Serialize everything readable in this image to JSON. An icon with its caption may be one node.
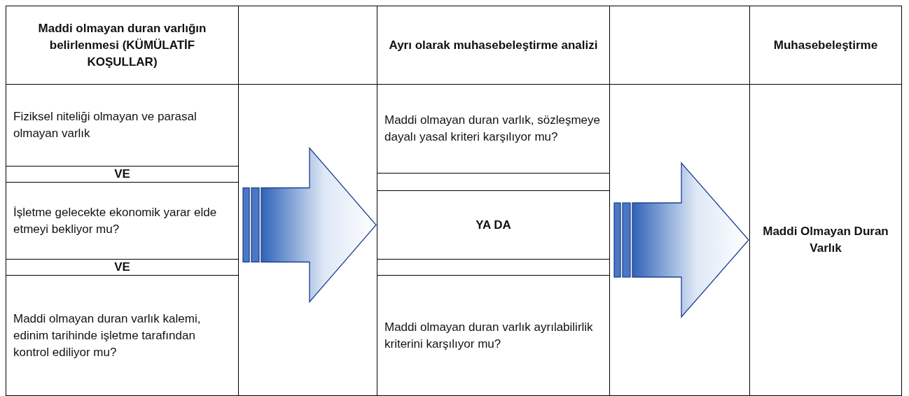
{
  "diagram": {
    "nodes": [
      {
        "text": [
          "Maddi olmayan duran varlığın belirlenmesi (KÜMÜLATİF KOŞULLAR)"
        ]
      },
      {
        "text": [
          "Ayrı olarak muhasebeleştirme analizi"
        ]
      },
      {
        "text": [
          "Muhasebeleştirme"
        ]
      },
      {
        "text": [
          "Fiziksel niteliği olmayan ve parasal olmayan varlık"
        ]
      },
      {
        "text": [
          "VE"
        ]
      },
      {
        "text": [
          "İşletme gelecekte ekonomik yarar elde etmeyi bekliyor mu?"
        ]
      },
      {
        "text": [
          "VE"
        ]
      },
      {
        "text": [
          "Maddi olmayan duran varlık kalemi, edinim tarihinde işletme tarafından kontrol ediliyor mu?"
        ]
      },
      {
        "text": [
          "Maddi olmayan duran varlık, sözleşmeye dayalı yasal kriteri karşılıyor mu?"
        ]
      },
      {
        "text": [
          "YA DA"
        ]
      },
      {
        "text": [
          "Maddi olmayan duran varlık ayrılabilirlik kriterini karşılıyor mu?"
        ]
      },
      {
        "text": [
          "Maddi Olmayan Duran Varlık"
        ]
      }
    ],
    "edges": [
      {
        "from": 5,
        "to": 9,
        "arrow": "to"
      },
      {
        "from": 9,
        "to": 11,
        "arrow": "to"
      }
    ]
  }
}
